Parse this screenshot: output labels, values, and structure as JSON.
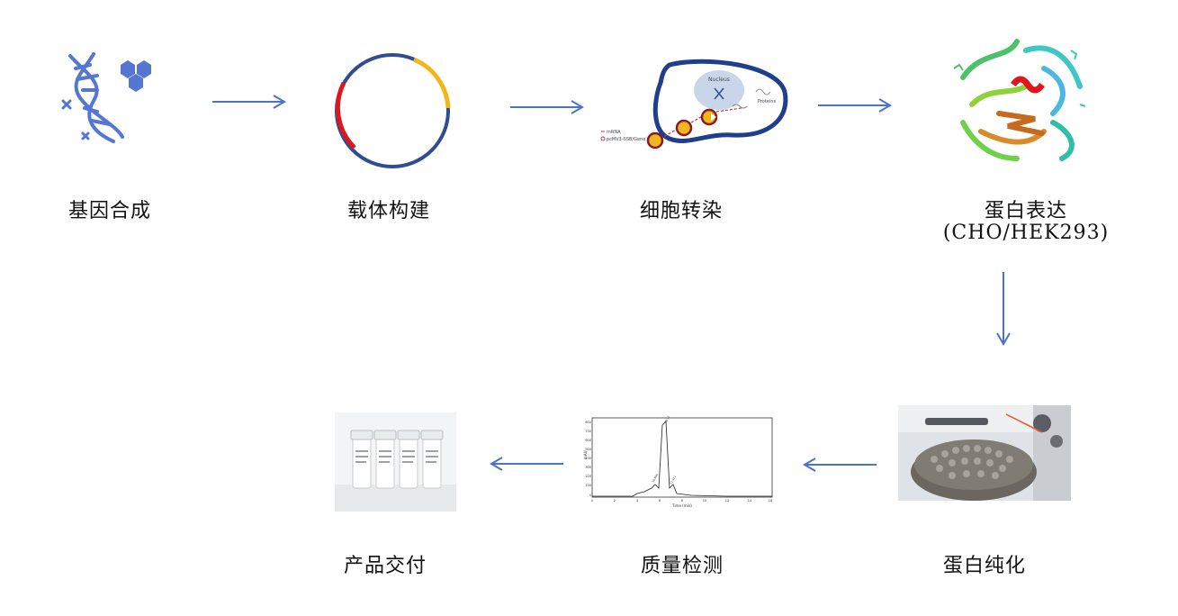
{
  "steps": [
    {
      "id": "gene-synthesis",
      "label": "基因合成"
    },
    {
      "id": "vector-construction",
      "label": "载体构建"
    },
    {
      "id": "cell-transfection",
      "label": "细胞转染"
    },
    {
      "id": "protein-expression",
      "label": "蛋白表达",
      "sublabel": "(CHO/HEK293)"
    },
    {
      "id": "protein-purification",
      "label": "蛋白纯化"
    },
    {
      "id": "quality-testing",
      "label": "质量检测"
    },
    {
      "id": "product-delivery",
      "label": "产品交付"
    }
  ],
  "colors": {
    "arrow": "#4a72c8",
    "dna_blue": "#5577d1",
    "plasmid_blue": "#2f4d95",
    "plasmid_red": "#e0161c",
    "plasmid_yellow": "#f0b71c",
    "cell_outline": "#1f3f8c",
    "cell_fill": "#c9d6ea",
    "nucleus_fill": "#9aaed3"
  },
  "transfection_diagram": {
    "nucleus_label": "Nucleus",
    "mrna_label": "mRNA",
    "plasmid_label": "pcMV3-SSB/Gene",
    "protein_label": "Proteins"
  },
  "chromatogram": {
    "x_axis_label": "Time (min)",
    "y_axis_label": "mAU",
    "x_ticks": [
      "0",
      "2",
      "4",
      "6",
      "8",
      "10",
      "12",
      "14",
      "16"
    ],
    "y_ticks": [
      "0",
      "100",
      "200",
      "300",
      "400",
      "500",
      "600",
      "700",
      "800"
    ],
    "peak_labels": [
      "16.890",
      "28.221",
      "31.021"
    ]
  }
}
